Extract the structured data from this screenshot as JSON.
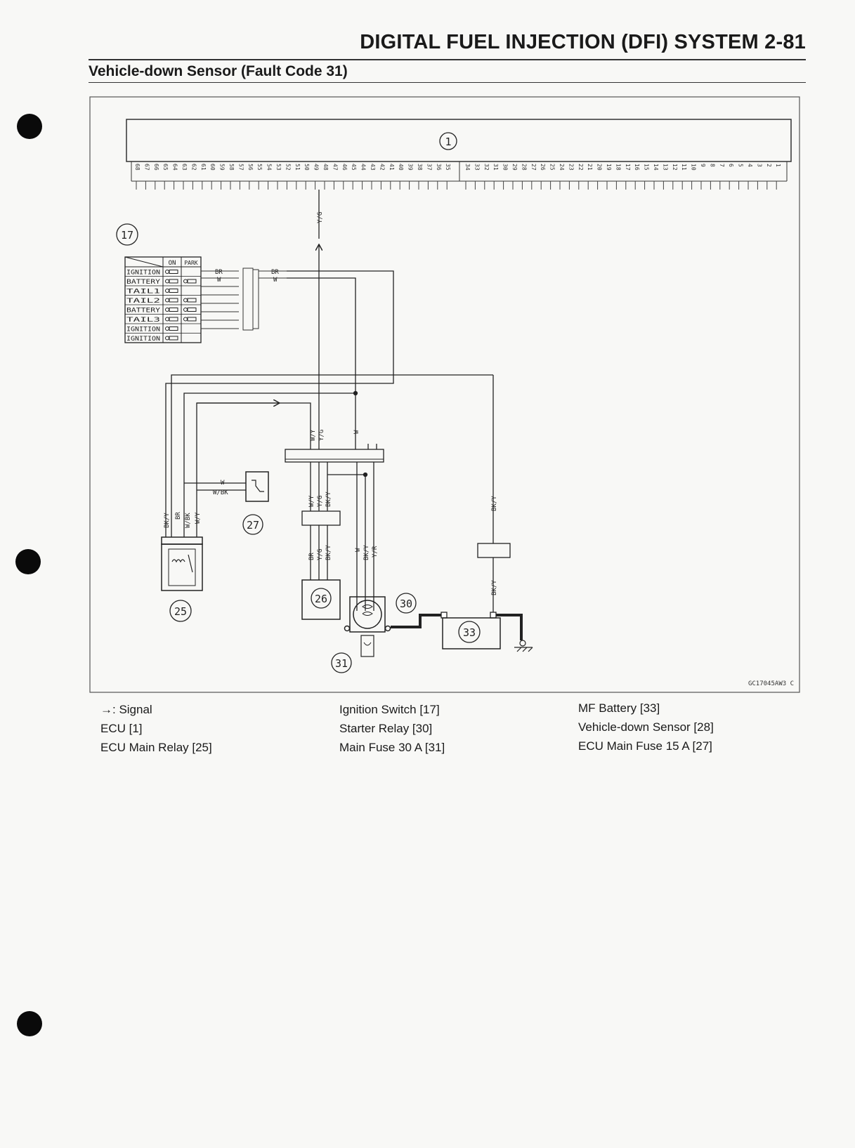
{
  "header": {
    "page_title": "DIGITAL FUEL INJECTION (DFI) SYSTEM 2-81",
    "section_title": "Vehicle-down Sensor (Fault Code 31)"
  },
  "diagram": {
    "drawing_code": "GC17045AW3 C",
    "callouts": {
      "ecu": "1",
      "ignition_switch": "17",
      "ecu_main_relay": "25",
      "vehicle_down_sensor": "26",
      "ecu_main_fuse": "27",
      "starter_relay": "30",
      "main_fuse": "31",
      "battery": "33"
    },
    "ignition_switch_table": {
      "header_on": "ON",
      "header_park": "PARK",
      "rows": [
        "IGNITION",
        "BATTERY",
        "TAIL1",
        "TAIL2",
        "BATTERY",
        "TAIL3",
        "IGNITION",
        "IGNITION"
      ]
    },
    "wire_labels": {
      "ecu_signal": "Y/G",
      "switch_br": "BR",
      "switch_w": "W",
      "conn_br": "BR",
      "conn_w": "W",
      "joint_wy": "W/Y",
      "joint_yg": "Y/G",
      "joint_w": "W",
      "lower_wy": "W/Y",
      "lower_yg": "Y/G",
      "lower_bky": "BK/Y",
      "sensor_br": "BR",
      "sensor_yg": "Y/G",
      "sensor_bky": "BK/Y",
      "relay_bky": "BK/Y",
      "relay_br": "BR",
      "relay_wbk": "W/BK",
      "relay_wy": "W/Y",
      "fuse_w": "W",
      "fuse_wbk": "W/BK",
      "starter_w": "W",
      "starter_bky": "BK/Y",
      "starter_yr": "Y/R",
      "ground_bky_upper": "BK/Y",
      "ground_bky_lower": "BK/Y"
    }
  },
  "legend": {
    "col1": [
      "→: Signal",
      "ECU [1]",
      "ECU Main Relay [25]"
    ],
    "col2": [
      "Ignition Switch [17]",
      "Starter Relay [30]",
      "Main Fuse 30 A [31]"
    ],
    "col3": [
      "MF Battery [33]",
      "Vehicle-down Sensor [28]",
      "ECU Main Fuse 15 A [27]"
    ]
  }
}
